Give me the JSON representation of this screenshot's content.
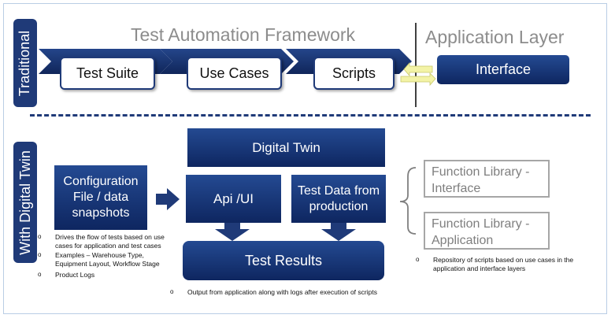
{
  "traditional": {
    "side_label": "Traditional",
    "framework_title": "Test Automation Framework",
    "application_title": "Application Layer",
    "steps": [
      "Test Suite",
      "Use Cases",
      "Scripts"
    ],
    "interface_label": "Interface"
  },
  "digital_twin": {
    "side_label": "With Digital Twin",
    "config_box": "Configuration File / data snapshots",
    "digital_twin_box": "Digital Twin",
    "api_box": "Api /UI",
    "test_data_box": "Test Data from production",
    "test_results_box": "Test Results",
    "function_library_interface": "Function Library - Interface",
    "function_library_application": "Function Library - Application",
    "left_notes": [
      "Drives the flow of tests based on use cases for application and test cases",
      "Examples – Warehouse Type, Equipment Layout, Workflow Stage",
      "Product Logs"
    ],
    "bottom_note": "Output from application along with logs after execution of scripts",
    "right_note": "Repository of scripts based on use cases in the application and interface layers"
  },
  "colors": {
    "navy": "#1f3a78",
    "gray_text": "#8c8c8c",
    "arrow_yellow": "#f3f3a6",
    "border_light": "#b9cde5"
  }
}
